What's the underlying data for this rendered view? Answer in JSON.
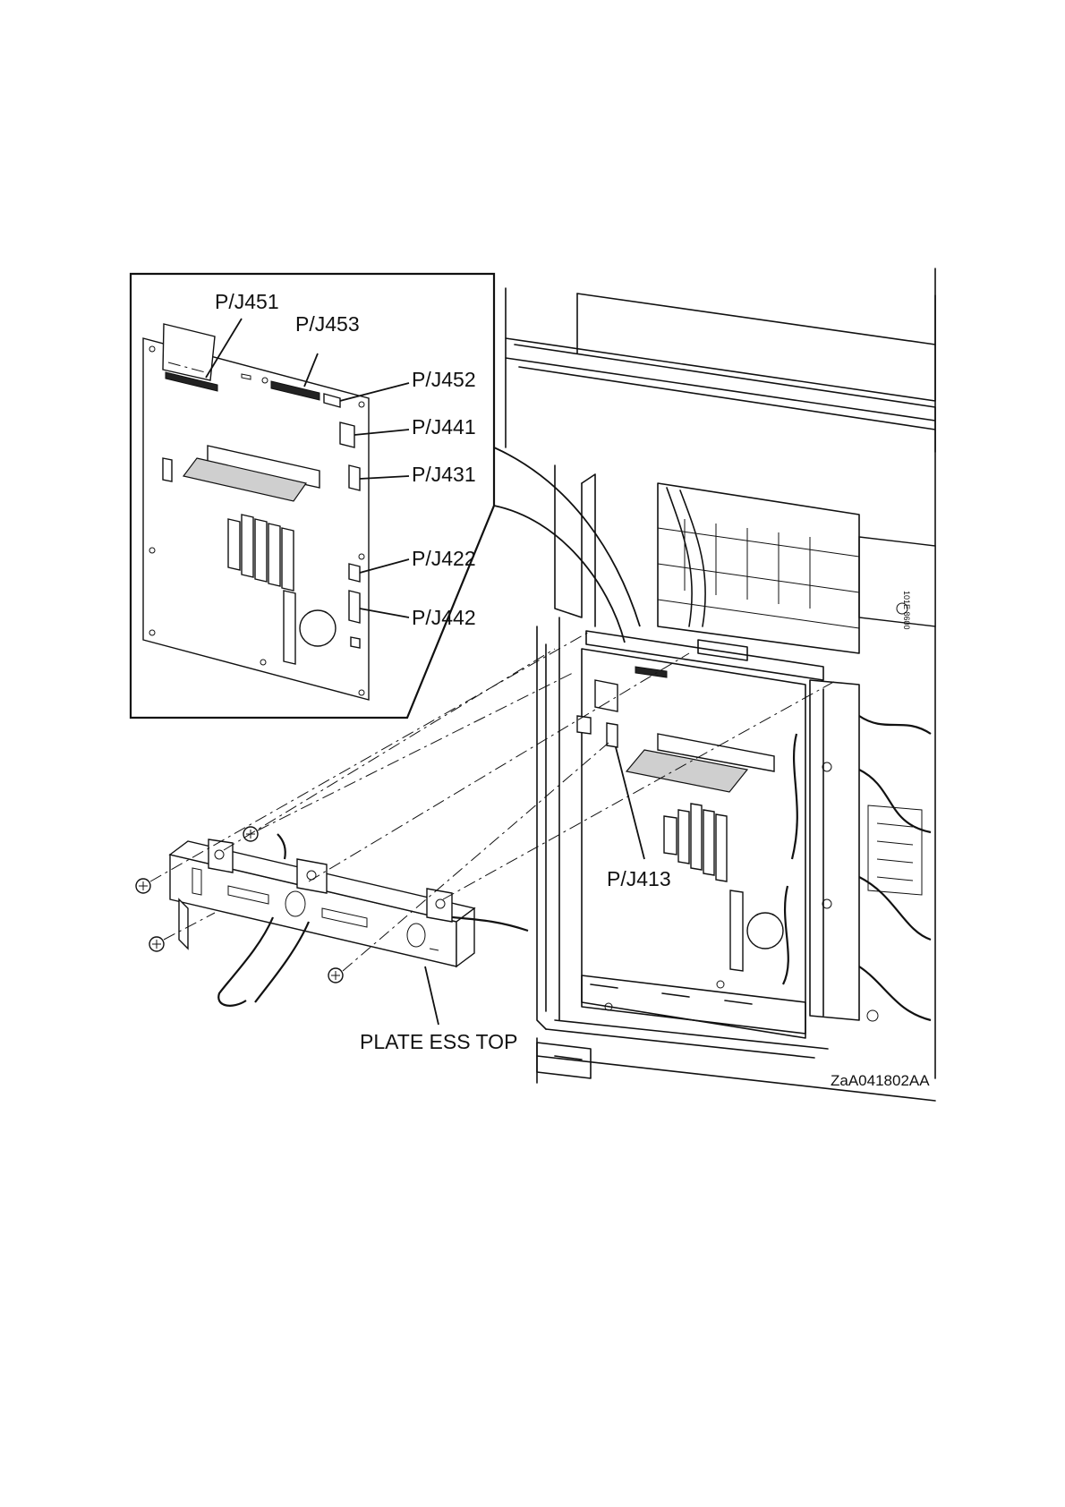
{
  "labels": {
    "pj451": "P/J451",
    "pj453": "P/J453",
    "pj452": "P/J452",
    "pj441": "P/J441",
    "pj431": "P/J431",
    "pj422": "P/J422",
    "pj442": "P/J442",
    "pj413": "P/J413",
    "plate": "PLATE ESS TOP",
    "figure_code": "ZaA041802AA"
  }
}
